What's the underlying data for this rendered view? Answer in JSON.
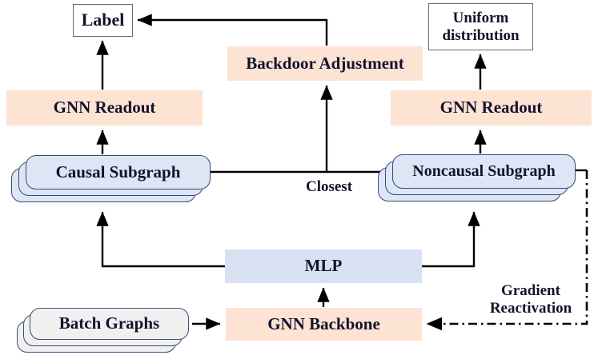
{
  "diagram": {
    "title": "Causal subgraph GNN framework with backdoor adjustment and gradient reactivation",
    "colors": {
      "peach_fill": "#fce3d4",
      "blue_fill": "#d8e1f1",
      "card_blue_fill": "#dce6f4",
      "card_gray_fill": "#f0f0f0",
      "card_border": "#3b4a72",
      "plain_border": "#6b6b6b",
      "text": "#12132b",
      "arrow": "#000000"
    },
    "nodes": {
      "label": "Label",
      "uniform_distribution": "Uniform\ndistribution",
      "uniform_distribution_line1": "Uniform",
      "uniform_distribution_line2": "distribution",
      "backdoor_adjustment": "Backdoor Adjustment",
      "gnn_readout_left": "GNN Readout",
      "gnn_readout_right": "GNN Readout",
      "causal_subgraph": "Causal Subgraph",
      "noncausal_subgraph": "Noncausal Subgraph",
      "mlp": "MLP",
      "batch_graphs": "Batch Graphs",
      "gnn_backbone": "GNN Backbone"
    },
    "edge_labels": {
      "closest": "Closest",
      "gradient_reactivation_line1": "Gradient",
      "gradient_reactivation_line2": "Reactivation"
    }
  }
}
